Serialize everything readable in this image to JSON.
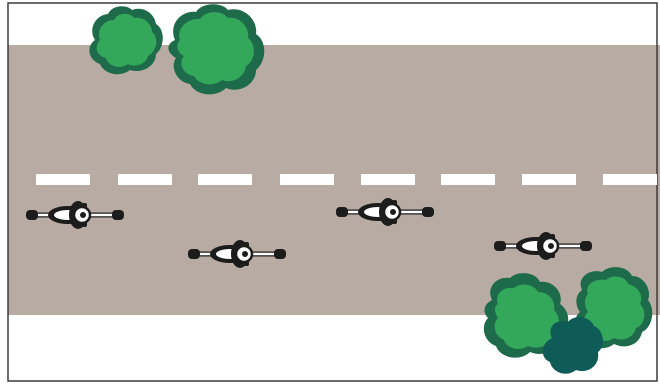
{
  "colors": {
    "road": "#b7aba3",
    "roadside": "#ffffff",
    "lane_marking": "#ffffff",
    "frame": "#3a3a3a",
    "tree_light": "#33a85a",
    "tree_dark": "#1d6b4a",
    "tree_teal": "#0e5b58",
    "rider_dark": "#1c1c1c",
    "rider_light": "#ffffff"
  },
  "scene": {
    "lane_divider": "dashed",
    "motorcycles": 4,
    "trees": 5
  }
}
